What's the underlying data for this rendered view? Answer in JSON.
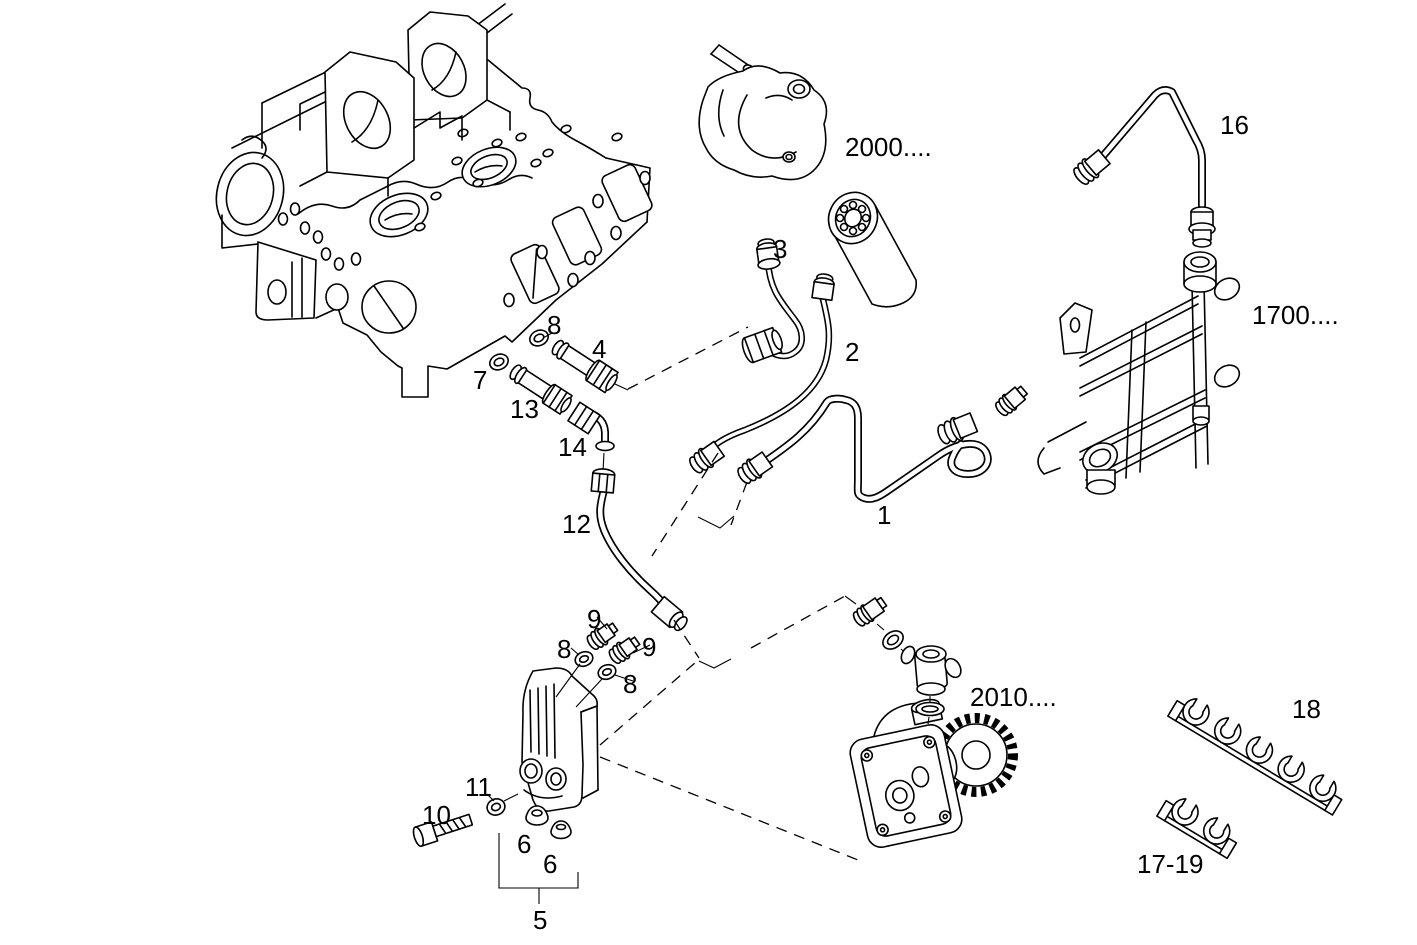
{
  "diagram": {
    "background_color": "#ffffff",
    "line_color": "#000000",
    "labels": {
      "p1": "1",
      "p2": "2",
      "p3": "3",
      "p4": "4",
      "p5": "5",
      "p6a": "6",
      "p6b": "6",
      "p7": "7",
      "p8a": "8",
      "p8b": "8",
      "p8c": "8",
      "p9a": "9",
      "p9b": "9",
      "p10": "10",
      "p11": "11",
      "p12": "12",
      "p13": "13",
      "p14": "14",
      "p16": "16",
      "p18": "18",
      "p17_19": "17-19",
      "ref_2000": "2000....",
      "ref_1700": "1700....",
      "ref_2010": "2010...."
    }
  }
}
